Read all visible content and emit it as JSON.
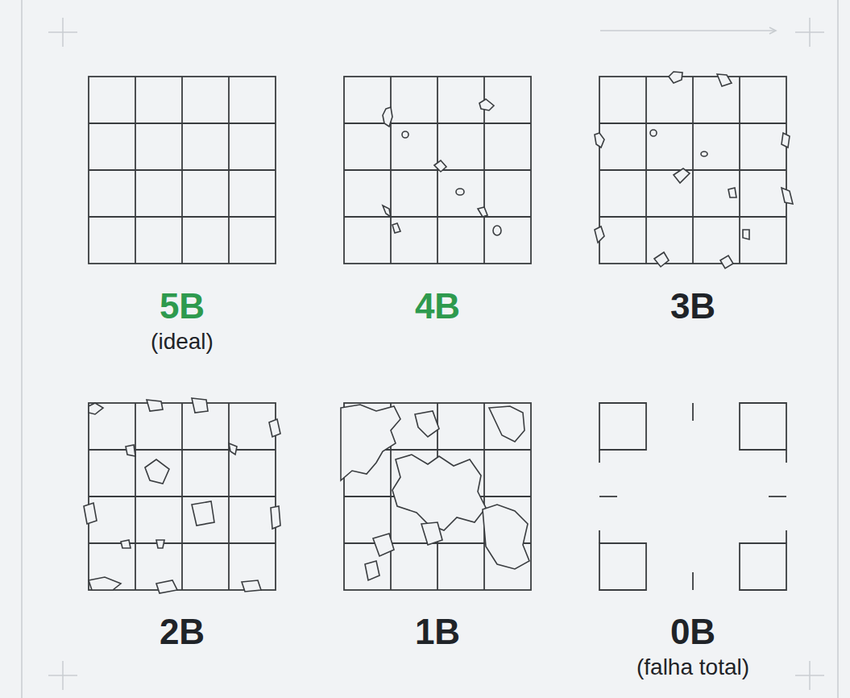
{
  "diagram": {
    "labels": [
      "5B",
      "(ideal)",
      "4B",
      "3B",
      "2B",
      "1B",
      "0B",
      "(falha total)"
    ]
  }
}
